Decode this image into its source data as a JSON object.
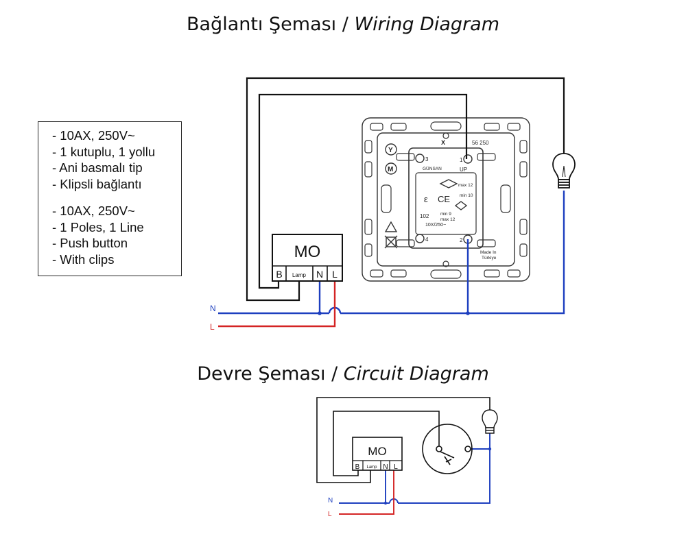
{
  "wiring_title": {
    "tr": "Bağlantı Şeması / ",
    "en": "Wiring Diagram"
  },
  "circuit_title": {
    "tr": "Devre Şeması / ",
    "en": "Circuit Diagram"
  },
  "specs_tr": [
    "- 10AX, 250V~",
    "- 1 kutuplu, 1 yollu",
    "- Ani basmalı tip",
    "- Klipsli bağlantı"
  ],
  "specs_en": [
    "- 10AX, 250V~",
    "- 1 Poles, 1 Line",
    "- Push button",
    "- With clips"
  ],
  "module": {
    "label": "MO",
    "terminals": [
      "B",
      "Lamp",
      "N",
      "L"
    ]
  },
  "lines": {
    "neutral": "N",
    "live": "L"
  },
  "switch_marks": {
    "x": "X",
    "code": "56 250",
    "t3": "3",
    "t1": "1",
    "t4": "4",
    "t2": "2",
    "up": "UP",
    "max12": "max 12",
    "min10": "min 10",
    "y": "Y",
    "m": "M",
    "brand": "GÜNSAN",
    "e": "ε",
    "ce": "CE",
    "n102": "102",
    "min9": "min 9",
    "max12b": "max 12",
    "rating": "10X/250~",
    "made1": "Made In",
    "made2": "Türkiye"
  },
  "colors": {
    "neutral": "#1d3fbf",
    "live": "#d42424",
    "wire": "#111111"
  }
}
